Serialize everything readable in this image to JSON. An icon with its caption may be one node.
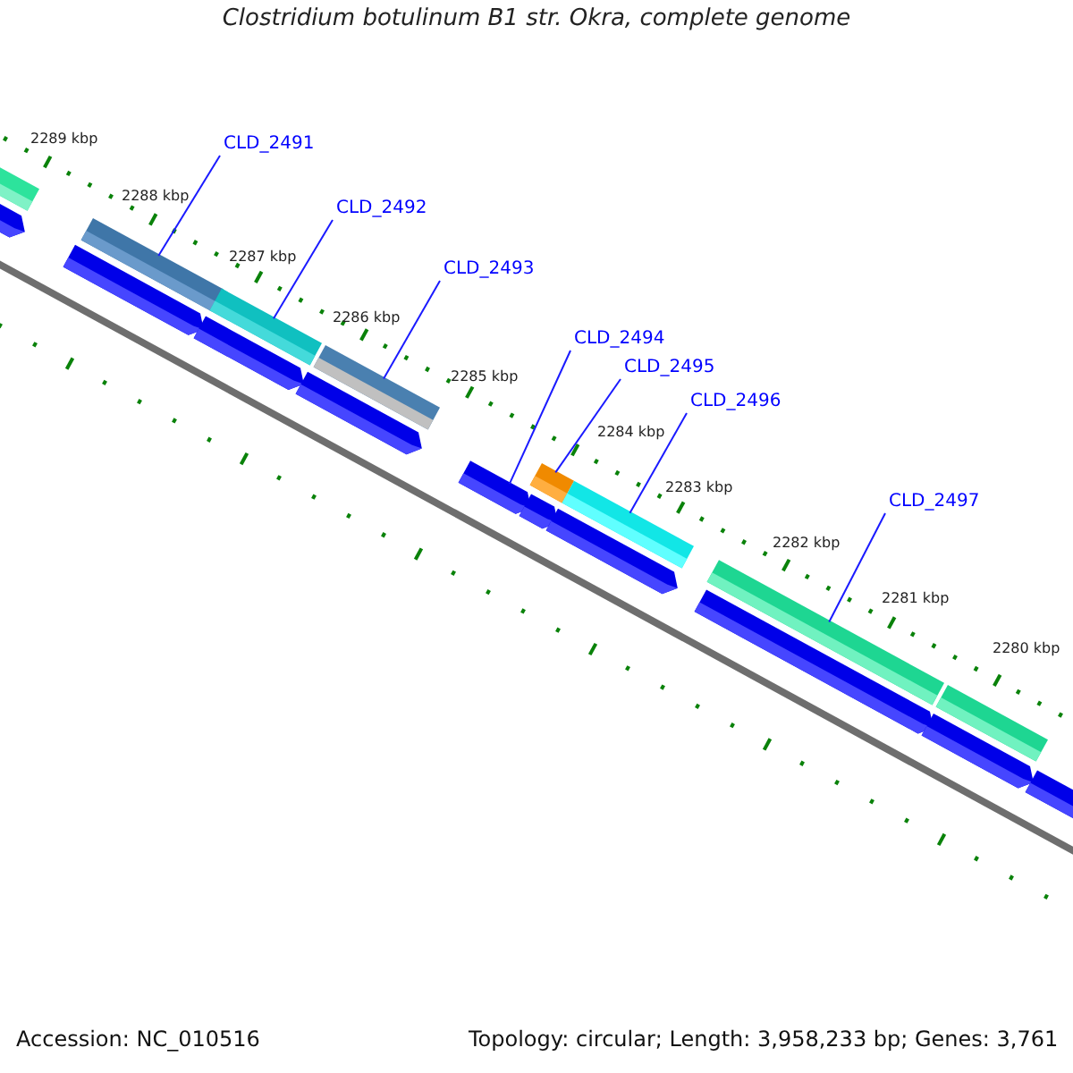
{
  "diagram": {
    "title": "Clostridium botulinum B1 str. Okra, complete genome",
    "nodes": [
      {
        "text": [
          "CLD_2491"
        ]
      },
      {
        "text": [
          "CLD_2492"
        ]
      },
      {
        "text": [
          "CLD_2493"
        ]
      },
      {
        "text": [
          "CLD_2494"
        ]
      },
      {
        "text": [
          "CLD_2495"
        ]
      },
      {
        "text": [
          "CLD_2496"
        ]
      },
      {
        "text": [
          "CLD_2497"
        ]
      },
      {
        "text": [],
        "shape": "bar"
      },
      {
        "text": [],
        "shape": "bar"
      },
      {
        "text": [],
        "shape": "bar"
      },
      {
        "text": [],
        "shape": "bar"
      },
      {
        "text": [],
        "shape": "bar"
      },
      {
        "text": [],
        "shape": "bar"
      },
      {
        "text": [],
        "shape": "bar"
      },
      {
        "text": [],
        "shape": "bar"
      },
      {
        "text": [],
        "shape": "bar"
      },
      {
        "text": [],
        "shape": "bar"
      },
      {
        "text": [],
        "shape": "bar"
      },
      {
        "text": [],
        "shape": "bar"
      },
      {
        "text": [],
        "shape": "bar"
      },
      {
        "text": [],
        "shape": "bar"
      },
      {
        "text": [],
        "shape": "bar"
      },
      {
        "text": [],
        "shape": "bar"
      },
      {
        "text": [],
        "shape": "bar"
      },
      {
        "text": [],
        "shape": "bar"
      }
    ],
    "edges": [
      {
        "from": 0,
        "to": 8,
        "arrow": "none"
      },
      {
        "from": 1,
        "to": 9,
        "arrow": "none"
      },
      {
        "from": 2,
        "to": 10,
        "arrow": "none"
      },
      {
        "from": 3,
        "to": 19,
        "arrow": "none"
      },
      {
        "from": 4,
        "to": 11,
        "arrow": "none"
      },
      {
        "from": 5,
        "to": 12,
        "arrow": "none"
      },
      {
        "from": 6,
        "to": 13,
        "arrow": "none"
      }
    ],
    "labels": [
      "2289 kbp",
      "2288 kbp",
      "2287 kbp",
      "2286 kbp",
      "2285 kbp",
      "2284 kbp",
      "2283 kbp",
      "2282 kbp",
      "2281 kbp",
      "2280 kbp",
      "Accession: NC_010516",
      "Topology: circular; Length: 3,958,233 bp; Genes: 3,761"
    ]
  }
}
